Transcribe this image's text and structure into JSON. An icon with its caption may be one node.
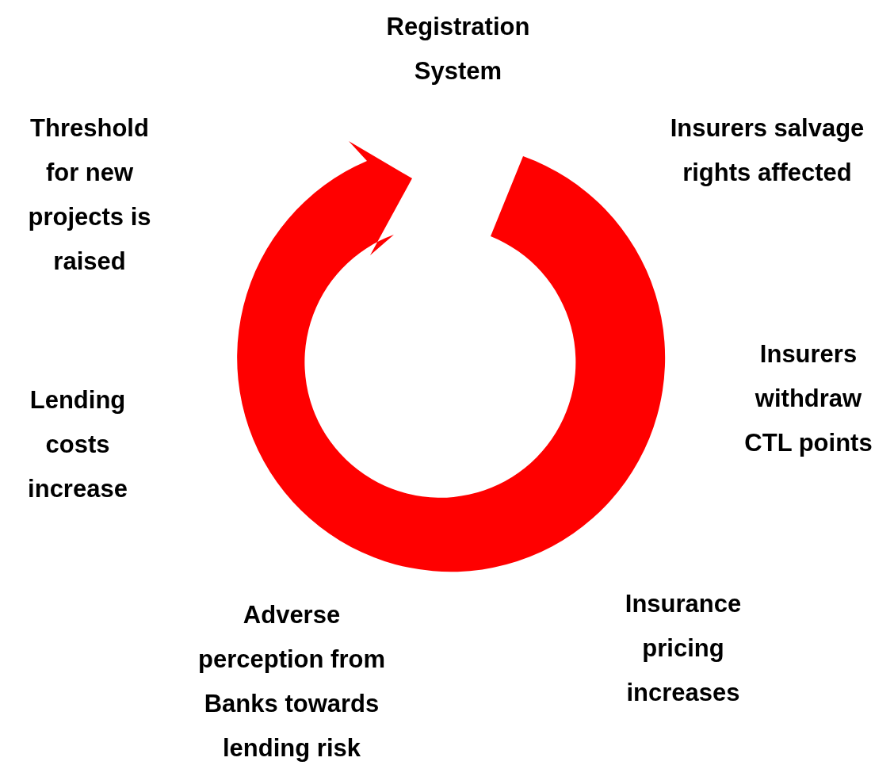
{
  "diagram": {
    "labels": [
      "Registration System",
      "Threshold for new projects is raised",
      "Insurers salvage rights affected",
      "Insurers withdraw CTL points",
      "Lending costs increase",
      "Insurance pricing increases",
      "Adverse perception from Banks towards lending risk"
    ]
  }
}
